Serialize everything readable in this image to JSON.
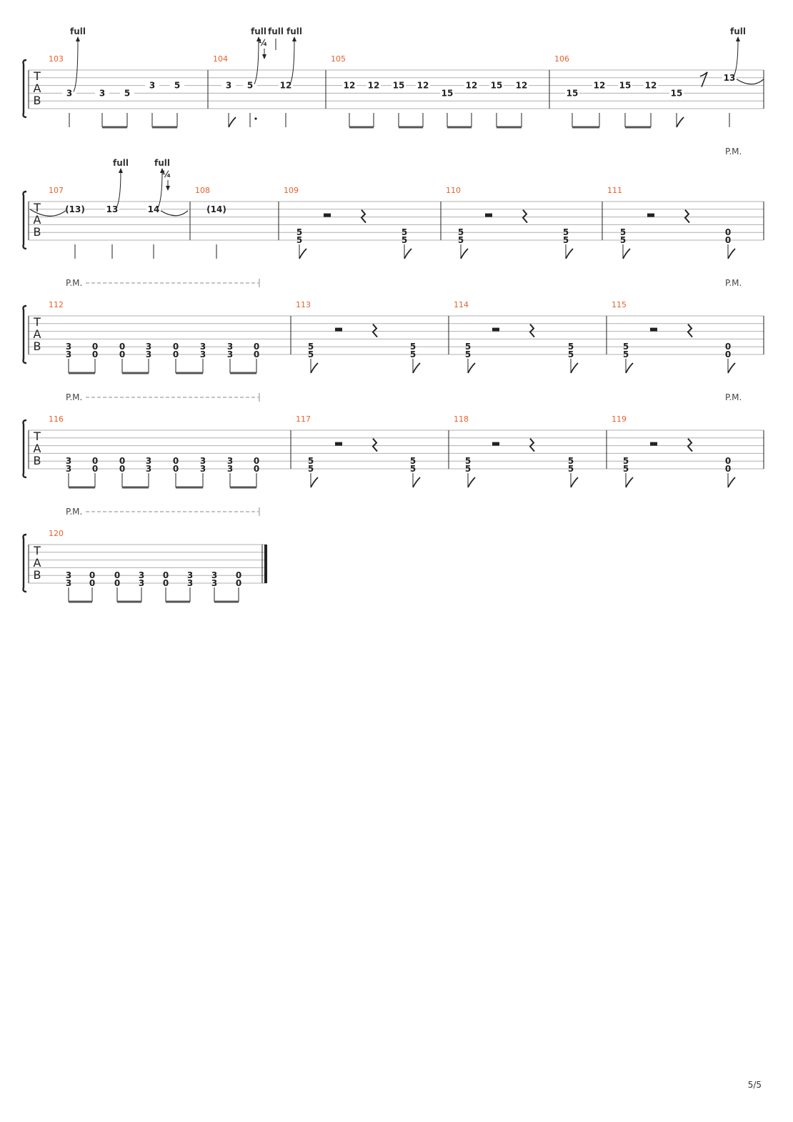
{
  "tab_letters": [
    "T",
    "A",
    "B"
  ],
  "page_number": "5/5",
  "labels": {
    "pm": "P.M.",
    "full": "full",
    "quarter": "¼"
  },
  "colors": {
    "measure_number": "#e8602a",
    "ink": "#222222",
    "staff_line": "#b0b0b0"
  },
  "systems": [
    {
      "measures": [
        {
          "number": "103",
          "notes": [
            {
              "string": 4,
              "fret": "3",
              "bend": "full"
            },
            {
              "string": 4,
              "fret": "3"
            },
            {
              "string": 4,
              "fret": "5"
            },
            {
              "string": 3,
              "fret": "3"
            },
            {
              "string": 3,
              "fret": "5"
            }
          ]
        },
        {
          "number": "104",
          "notes": [
            {
              "string": 3,
              "fret": "3"
            },
            {
              "string": 3,
              "fret": "5",
              "bend": "full",
              "release": "¼"
            },
            {
              "string": 3,
              "fret": "12",
              "bend": "full",
              "prebend": "full"
            }
          ]
        },
        {
          "number": "105",
          "notes": [
            {
              "string": 3,
              "fret": "12"
            },
            {
              "string": 3,
              "fret": "12"
            },
            {
              "string": 3,
              "fret": "15"
            },
            {
              "string": 3,
              "fret": "12"
            },
            {
              "string": 4,
              "fret": "15"
            },
            {
              "string": 3,
              "fret": "12"
            },
            {
              "string": 3,
              "fret": "15"
            },
            {
              "string": 3,
              "fret": "12"
            }
          ]
        },
        {
          "number": "106",
          "notes": [
            {
              "string": 4,
              "fret": "15"
            },
            {
              "string": 3,
              "fret": "12"
            },
            {
              "string": 3,
              "fret": "15"
            },
            {
              "string": 3,
              "fret": "12"
            },
            {
              "string": 4,
              "fret": "15"
            },
            {
              "string": 2,
              "fret": "13",
              "bend": "full",
              "tie": true
            }
          ]
        }
      ]
    },
    {
      "pm_right": "P.M.",
      "measures": [
        {
          "number": "107",
          "notes": [
            {
              "string": 2,
              "fret": "(13)"
            },
            {
              "string": 2,
              "fret": "13",
              "bend": "full"
            },
            {
              "string": 2,
              "fret": "14",
              "bend": "full",
              "release": "¼",
              "tie": true
            }
          ]
        },
        {
          "number": "108",
          "notes": [
            {
              "string": 2,
              "fret": "(14)"
            }
          ]
        },
        {
          "number": "109",
          "notes": [
            {
              "string": 5,
              "fret": "5"
            },
            {
              "string": 6,
              "fret": "5"
            }
          ],
          "end_pair": [
            "5",
            "5"
          ]
        },
        {
          "number": "110",
          "notes": [
            {
              "string": 5,
              "fret": "5"
            },
            {
              "string": 6,
              "fret": "5"
            }
          ],
          "end_pair": [
            "5",
            "5"
          ]
        },
        {
          "number": "111",
          "notes": [
            {
              "string": 5,
              "fret": "5"
            },
            {
              "string": 6,
              "fret": "5"
            }
          ],
          "end_pair": [
            "0",
            "0"
          ]
        }
      ]
    },
    {
      "pm_left": "P.M.",
      "pm_right": "P.M.",
      "measures": [
        {
          "number": "112",
          "chugs": [
            "3",
            "0",
            "0",
            "3",
            "0",
            "3",
            "3",
            "0"
          ]
        },
        {
          "number": "113",
          "end_pair": [
            "5",
            "5"
          ]
        },
        {
          "number": "114",
          "end_pair": [
            "5",
            "5"
          ]
        },
        {
          "number": "115",
          "end_pair": [
            "0",
            "0"
          ]
        }
      ]
    },
    {
      "pm_left": "P.M.",
      "pm_right": "P.M.",
      "measures": [
        {
          "number": "116",
          "chugs": [
            "3",
            "0",
            "0",
            "3",
            "0",
            "3",
            "3",
            "0"
          ]
        },
        {
          "number": "117",
          "end_pair": [
            "5",
            "5"
          ]
        },
        {
          "number": "118",
          "end_pair": [
            "5",
            "5"
          ]
        },
        {
          "number": "119",
          "end_pair": [
            "0",
            "0"
          ]
        }
      ]
    },
    {
      "pm_left": "P.M.",
      "measures": [
        {
          "number": "120",
          "chugs": [
            "3",
            "0",
            "0",
            "3",
            "0",
            "3",
            "3",
            "0"
          ]
        }
      ]
    }
  ]
}
